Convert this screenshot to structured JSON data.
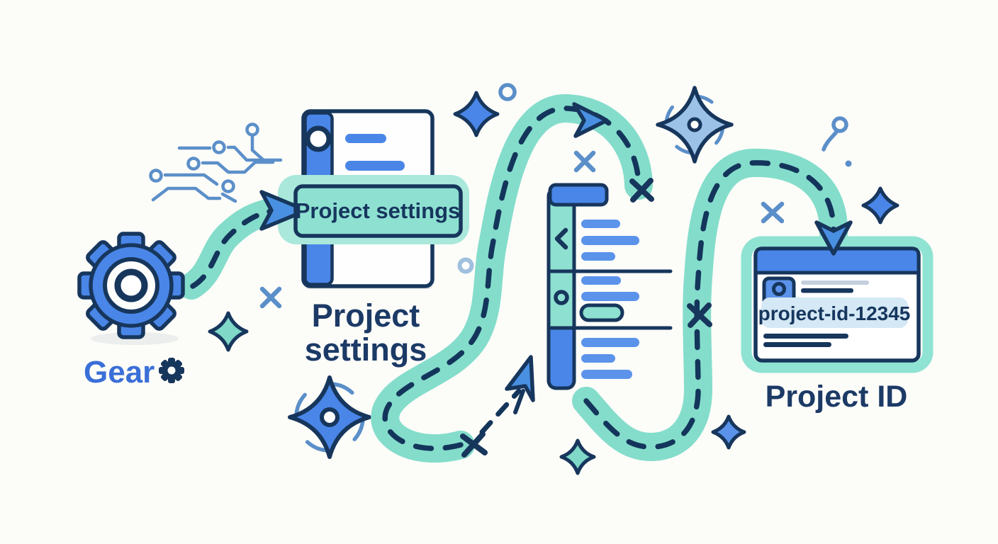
{
  "illustration": {
    "background": "#fcfcf9",
    "palette": {
      "navy": "#17365c",
      "blue": "#4a86e8",
      "blue_light": "#5b93ea",
      "steel_blue": "#5b8fc9",
      "teal_band": "#84ddcb",
      "teal_fill": "#8ee0d1",
      "teal_glow": "#a9e8db",
      "chip_blue": "#d4e8f5",
      "caption_blue": "#3a6fd8"
    },
    "gear": {
      "caption": "Gear",
      "icon": "gear-icon"
    },
    "settings_document": {
      "banner_label": "Project settings",
      "caption_line_1": "Project",
      "caption_line_2": "settings",
      "icon": "document-icon"
    },
    "settings_panel": {
      "icon": "settings-panel-icon",
      "sidebar_icons": [
        "chevron-left-icon",
        "record-circle-icon"
      ]
    },
    "id_card": {
      "project_id": "project-id-12345",
      "caption": "Project ID",
      "icon": "id-card-icon",
      "avatar": "avatar-icon"
    },
    "route": {
      "style": "teal band with navy dashed centerline",
      "markers": [
        "cursor-arrow-icon",
        "arrowhead-icon",
        "x-mark-icon"
      ],
      "decorations": [
        "sparkle-star-icon",
        "compass-rose-icon",
        "circuit-traces-icon",
        "map-pin-icon",
        "ring-icon"
      ]
    }
  }
}
